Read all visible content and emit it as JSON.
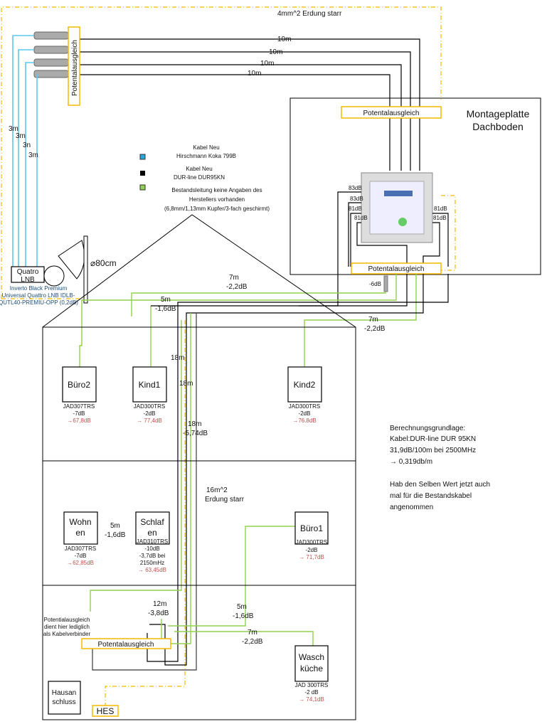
{
  "ground_top": "4mm^2 Erdung starr",
  "ground_inner": [
    "16m^2",
    "Erdung starr"
  ],
  "potential_label": "Potentalausgleich",
  "potential_note": [
    "Potentialausgleich",
    "dient hier lediglich",
    "als Kabelverbinder"
  ],
  "lnb_cables": [
    "10m",
    "10m",
    "10m",
    "10m"
  ],
  "lnb_blue": [
    "3m",
    "3m",
    "3n",
    "3m"
  ],
  "lnb_box": [
    "Quatro",
    "LNB"
  ],
  "lnb_desc": [
    "Inverto Black Premium",
    "Universal Quattro LNB IDLB-",
    "QUTL40-PREMIU-OPP (0,2dB)"
  ],
  "dish_size": "⌀80cm",
  "mount": [
    "Montageplatte",
    "Dachboden"
  ],
  "switch_levels_left": [
    "83dB",
    "83dB",
    "81dB",
    "81dB"
  ],
  "switch_levels_right": [
    "81dB",
    "81dB"
  ],
  "attenuator": "-6dB",
  "legend": [
    {
      "color": "#29a8e0",
      "lines": [
        "Kabel Neu",
        "Hirschmann Koka 799B"
      ]
    },
    {
      "color": "#000000",
      "lines": [
        "Kabel Neu",
        "DUR-line DUR95KN"
      ]
    },
    {
      "color": "#92d050",
      "lines": [
        "Bestandsleitung keine Angaben des",
        "Herstellers vorhanden",
        "(6,8mm/1,13mm Kupfer/3-fach geschirmt)"
      ]
    }
  ],
  "cable_labels": {
    "a": [
      "7m",
      "-2,2dB"
    ],
    "b": [
      "5m",
      "-1,6dB"
    ],
    "c": [
      "7m",
      "-2,2dB"
    ],
    "d1": "18m",
    "d2": "18m",
    "d3": [
      "18m",
      "-5,74dB"
    ],
    "e": [
      "5m",
      "-1,6dB"
    ],
    "f": [
      "12m",
      "-3,8dB"
    ],
    "g": [
      "5m",
      "-1,6dB"
    ],
    "h": [
      "7m",
      "-2,2dB"
    ]
  },
  "rooms": [
    {
      "name": [
        "Büro2"
      ],
      "dose": "JAD307TRS",
      "loss": [
        "-7dB"
      ],
      "result": "→67,8dB"
    },
    {
      "name": [
        "Kind1"
      ],
      "dose": "JAD300TRS",
      "loss": [
        "-2dB"
      ],
      "result": "→ 77,4dB"
    },
    {
      "name": [
        "Kind2"
      ],
      "dose": "JAD300TRS",
      "loss": [
        "-2dB"
      ],
      "result": "→76.8dB"
    },
    {
      "name": [
        "Wohn",
        "en"
      ],
      "dose": "JAD307TRS",
      "loss": [
        "-7dB"
      ],
      "result": "→62,85dB"
    },
    {
      "name": [
        "Schlaf",
        "en"
      ],
      "dose": "JAD310TRS",
      "loss": [
        "-10dB",
        "-3,7dB bei",
        "2150mHz"
      ],
      "result": "→    63,45dB"
    },
    {
      "name": [
        "Büro1"
      ],
      "dose": "JAD300TRS",
      "loss": [
        "-2dB"
      ],
      "result": "→ 71,7dB"
    },
    {
      "name": [
        "Wasch",
        "küche"
      ],
      "dose": "JAD 300TRS",
      "loss": [
        "-2 dB"
      ],
      "result": "→   74,1dB"
    }
  ],
  "hausanschluss": [
    "Hausan",
    "schluss"
  ],
  "hes": "HES",
  "notes": [
    "Berechnungsgrundlage:",
    "Kabel:DUR-line DUR 95KN",
    "31,9dB/100m bei 2500MHz",
    "→ 0,319db/m",
    "",
    "Hab den Selben Wert jetzt auch",
    "mal für die Bestandskabel",
    "angenommen"
  ]
}
